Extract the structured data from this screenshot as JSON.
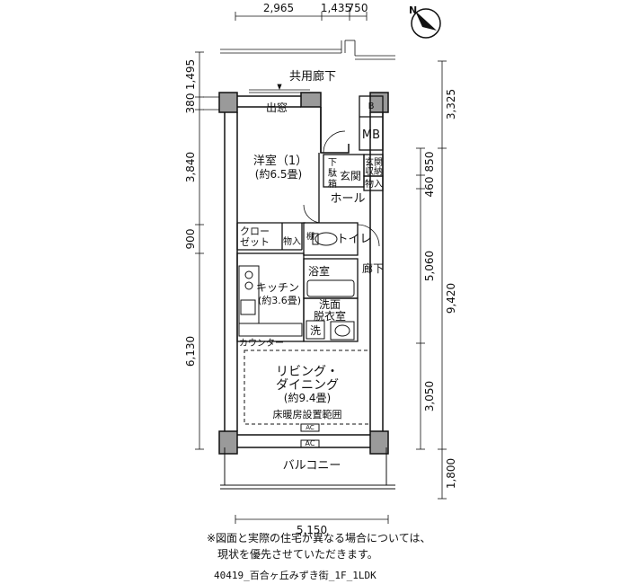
{
  "dimensions": {
    "top": [
      "2,965",
      "1,435",
      "750"
    ],
    "left": [
      "1,495",
      "380",
      "3,840",
      "900",
      "6,130"
    ],
    "right_outer": [
      "3,325",
      "9,420",
      "1,800"
    ],
    "right_inner": [
      "850",
      "460",
      "5,060",
      "3,050"
    ],
    "bottom": "5,150"
  },
  "rooms": {
    "corridor": "共用廊下",
    "bay_window": "出窓",
    "western_room": "洋室（1）",
    "western_room_size": "(約6.5畳)",
    "mb": "MB",
    "b_mark": "B",
    "shoe_box_1": "下",
    "shoe_box_2": "駄",
    "shoe_box_3": "箱",
    "entrance": "玄関",
    "entrance_storage_1": "玄関",
    "entrance_storage_2": "収納",
    "storage_small": "物入",
    "hall": "ホール",
    "closet_1": "クロー",
    "closet_2": "ゼット",
    "storage_2": "物入",
    "shelf": "棚",
    "toilet": "トイレ",
    "bathroom": "浴室",
    "hallway": "廊下",
    "kitchen": "キッチン",
    "kitchen_size": "(約3.6畳)",
    "washroom_1": "洗面",
    "washroom_2": "脱衣室",
    "washer": "洗",
    "counter": "カウンター",
    "living_1": "リビング・",
    "living_2": "ダイニング",
    "living_size": "(約9.4畳)",
    "floor_heating": "床暖房設置範囲",
    "ac_1": "AC",
    "ac_2": "AC",
    "balcony": "バルコニー"
  },
  "compass": "N",
  "note": [
    "※図面と実際の住宅が異なる場合については、",
    "　現状を優先させていただきます。"
  ],
  "footer": "40419_百合ヶ丘みずき街_1F_1LDK"
}
